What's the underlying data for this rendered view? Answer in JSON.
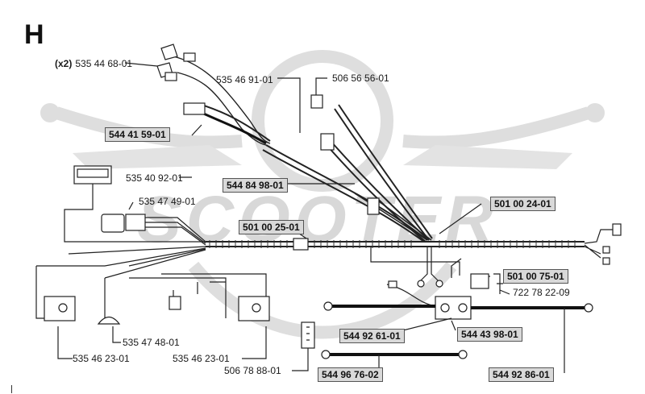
{
  "section_letter": "H",
  "watermark": "SCOOTER",
  "parts": {
    "p_535_44_68": {
      "qty": "(x2)",
      "number": "535 44 68-01"
    },
    "p_535_46_91": {
      "number": "535 46 91-01"
    },
    "p_506_56_56": {
      "number": "506 56 56-01"
    },
    "p_544_41_59": {
      "number": "544 41 59-01"
    },
    "p_535_40_92": {
      "number": "535 40 92-01"
    },
    "p_544_84_98": {
      "number": "544 84 98-01"
    },
    "p_535_47_49": {
      "number": "535 47 49-01"
    },
    "p_501_00_24": {
      "number": "501 00 24-01"
    },
    "p_501_00_25": {
      "number": "501 00 25-01"
    },
    "p_501_00_75": {
      "number": "501 00 75-01"
    },
    "p_722_78_22": {
      "number": "722 78 22-09"
    },
    "p_544_92_61": {
      "number": "544 92 61-01"
    },
    "p_544_43_98": {
      "number": "544 43 98-01"
    },
    "p_535_47_48": {
      "number": "535 47 48-01"
    },
    "p_535_46_23_left": {
      "number": "535 46 23-01"
    },
    "p_535_46_23_right": {
      "number": "535 46 23-01"
    },
    "p_506_78_88": {
      "number": "506 78 88-01"
    },
    "p_544_96_76": {
      "number": "544 96 76-02"
    },
    "p_544_92_86": {
      "number": "544 92 86-01"
    }
  },
  "colors": {
    "line": "#222222",
    "label_box": "#d9d9d9",
    "watermark": "#dcdcdc"
  }
}
